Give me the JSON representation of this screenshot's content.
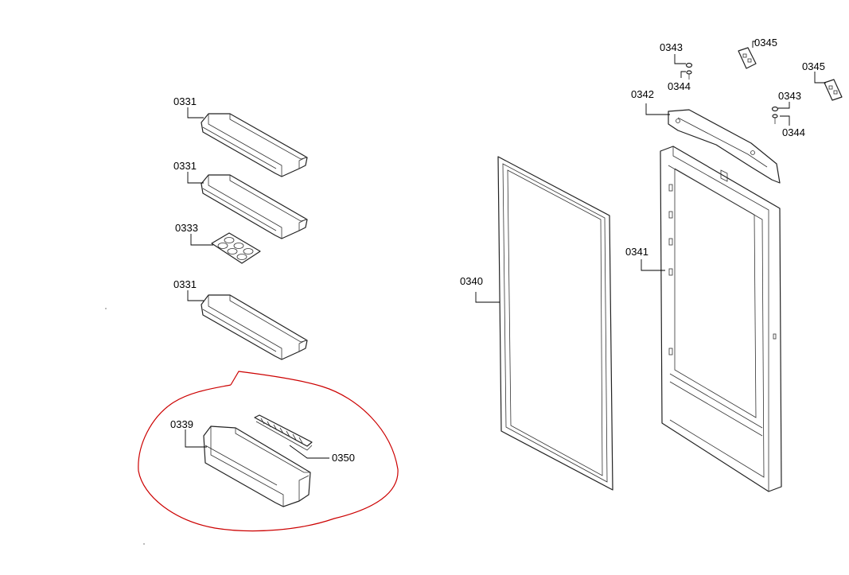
{
  "diagram": {
    "annotation_color": "#cc0000",
    "labels": {
      "shelf_top": "0331",
      "shelf_middle": "0331",
      "egg_tray": "0333",
      "shelf_bottom": "0331",
      "bottle_shelf": "0339",
      "bottle_retainer": "0350",
      "door_gasket": "0340",
      "door_panel": "0341",
      "hinge_bracket": "0342",
      "hinge_nut_left": "0343",
      "hinge_screw_left": "0344",
      "hinge_plate_top": "0345",
      "hinge_plate_right": "0345",
      "hinge_nut_right": "0343",
      "hinge_screw_right": "0344"
    }
  }
}
